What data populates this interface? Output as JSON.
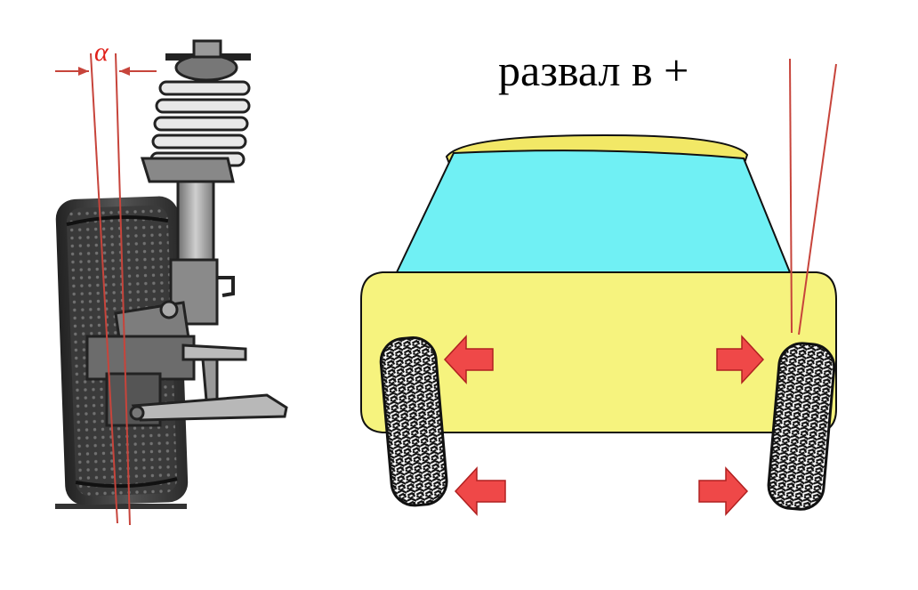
{
  "left_figure": {
    "angle_label": "α"
  },
  "right_figure": {
    "caption": "развал в +"
  },
  "colors": {
    "body": "#f6f37e",
    "roof": "#f2e866",
    "glass": "#70f0f4",
    "arrow": "#ef4848",
    "tire": "#1a1a1a",
    "guide_line": "#c7443b",
    "suspension": "#8a8a8a"
  },
  "icons": [
    "wheel-suspension-illustration",
    "car-front-view",
    "arrow-left-icon",
    "arrow-right-icon"
  ]
}
